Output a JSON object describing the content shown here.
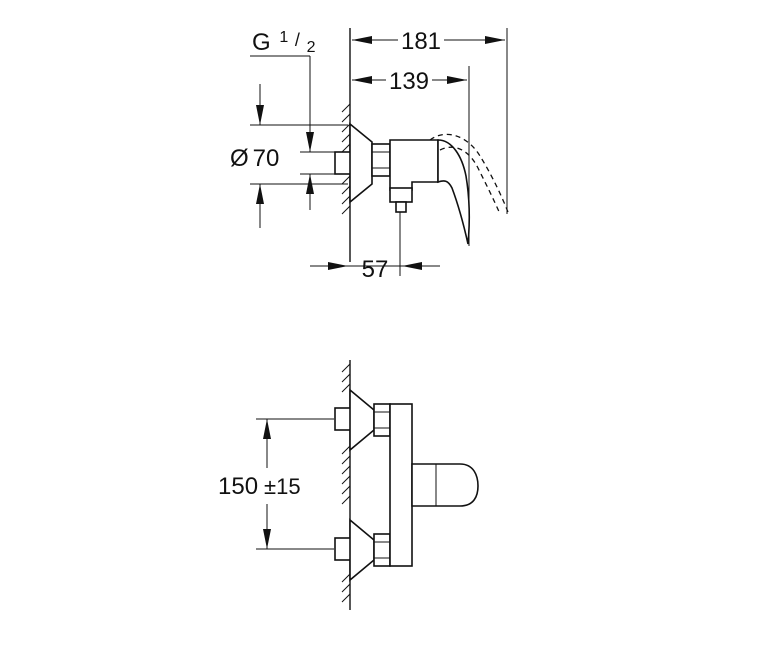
{
  "dimensions": {
    "d181": "181",
    "d139": "139",
    "d57": "57",
    "dia_symbol": "Ø",
    "dia70": "70",
    "thread_g": "G",
    "thread_num": "1",
    "thread_den": "2",
    "thread_slash": "/",
    "spacing": "150",
    "tolerance": "±15"
  }
}
